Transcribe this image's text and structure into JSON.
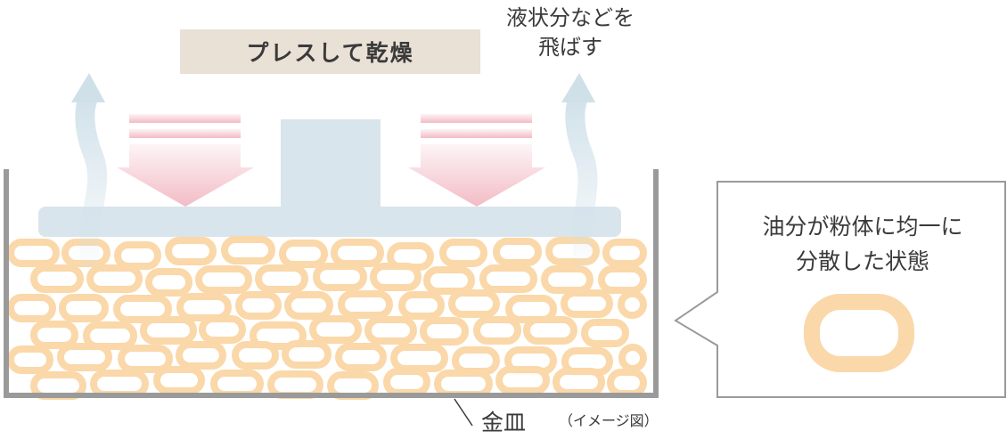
{
  "title": "プレスして乾燥",
  "evaporate_label_lines": [
    "液状分などを",
    "飛ばす"
  ],
  "callout_lines": [
    "油分が粉体に均一に",
    "分散した状態"
  ],
  "dish_label": "金皿",
  "note": "（イメージ図）",
  "colors": {
    "title_bg": "#e9e0d6",
    "press": "#d9e5ed",
    "arrow_down": "#f2b8c2",
    "arrow_up": "#cfe0e9",
    "particle": "#fad8a9",
    "dish": "#9a9a9a",
    "text": "#3a3a3a"
  }
}
